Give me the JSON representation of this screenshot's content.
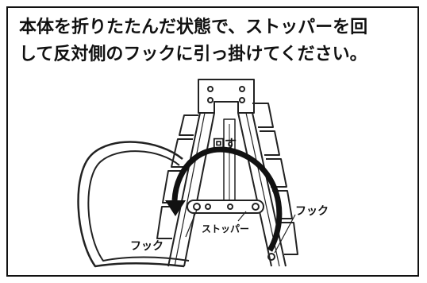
{
  "instruction": {
    "line1": "本体を折りたたんだ状態で、ストッパーを回",
    "line2": "して反対側のフックに引っ掛けてください。"
  },
  "labels": {
    "rotate": "回す",
    "hook_left": "フック",
    "hook_right": "フック",
    "stopper": "ストッパー"
  }
}
